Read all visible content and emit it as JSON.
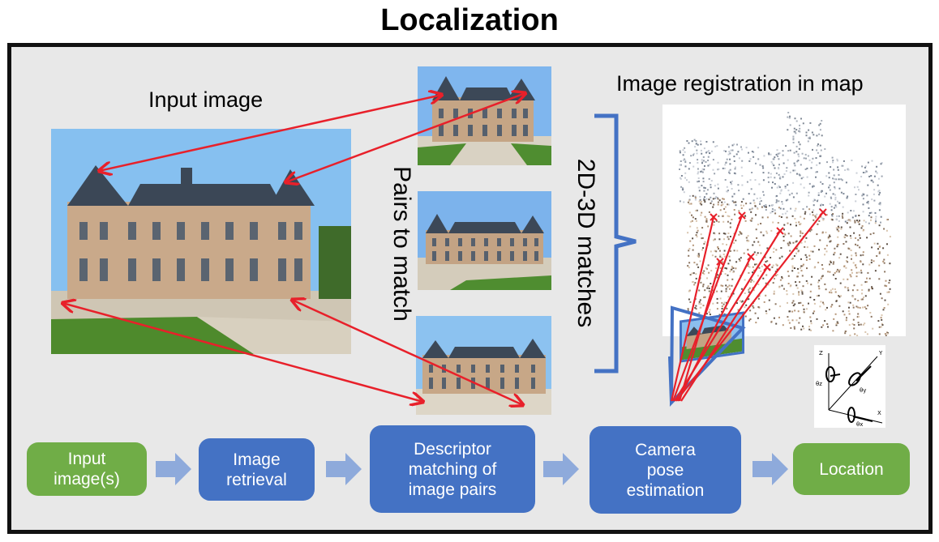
{
  "title": "Localization",
  "labels": {
    "input_image": "Input image",
    "pairs_to_match": "Pairs to match",
    "matches_2d3d": "2D-3D matches",
    "registration": "Image registration in map"
  },
  "pipeline": [
    {
      "label": "Input\nimage(s)"
    },
    {
      "label": "Image\nretrieval"
    },
    {
      "label": "Descriptor\nmatching of\nimage pairs"
    },
    {
      "label": "Camera\npose\nestimation"
    },
    {
      "label": "Location"
    }
  ],
  "axes_labels": {
    "z": "Z",
    "y": "Y",
    "x": "X",
    "rz": "θz",
    "ry": "θy",
    "rx": "θx"
  },
  "colors": {
    "green_step": "#70ad47",
    "blue_step": "#4472c4",
    "flow_arrow": "#8eaadb",
    "match_line": "#e8202a",
    "brace": "#4472c4",
    "frame_bg": "#e8e8e8"
  }
}
